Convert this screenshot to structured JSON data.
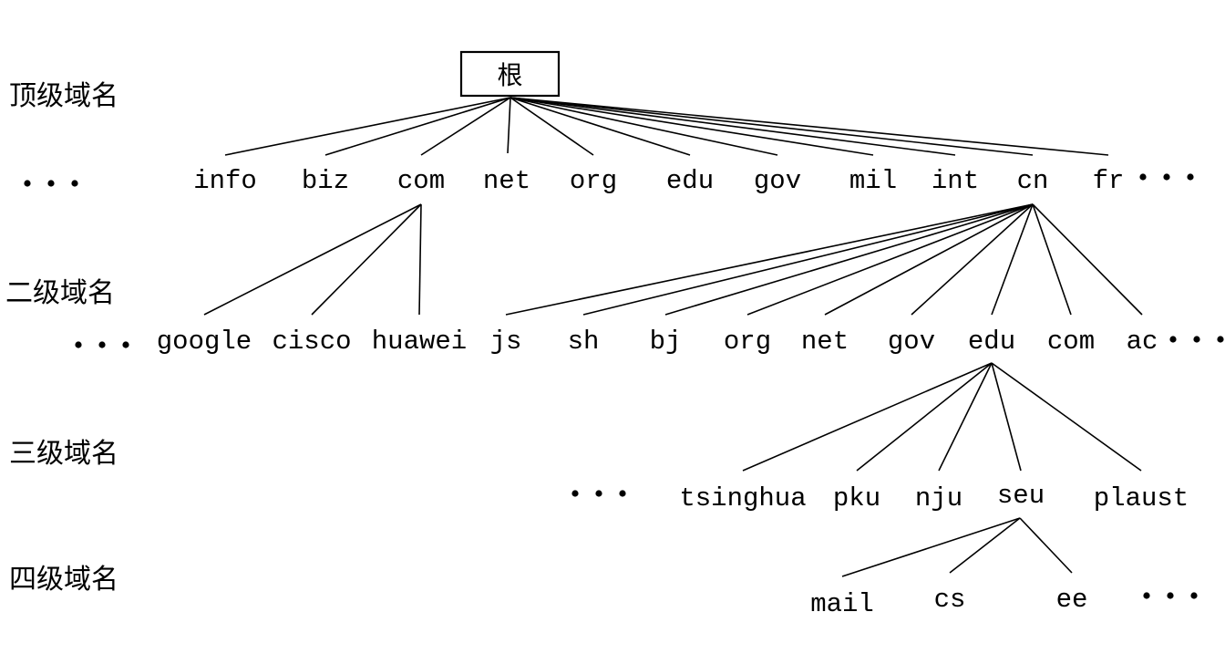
{
  "levels": {
    "top": "顶级域名",
    "second": "二级域名",
    "third": "三级域名",
    "fourth": "四级域名"
  },
  "root": "根",
  "ellipsis": "…",
  "tld": [
    "info",
    "biz",
    "com",
    "net",
    "org",
    "edu",
    "gov",
    "mil",
    "int",
    "cn",
    "fr"
  ],
  "com_children": [
    "google",
    "cisco",
    "huawei"
  ],
  "cn_children": [
    "js",
    "sh",
    "bj",
    "org",
    "net",
    "gov",
    "edu",
    "com",
    "ac"
  ],
  "edu_children": [
    "tsinghua",
    "pku",
    "nju",
    "seu",
    "plaust"
  ],
  "seu_children": [
    "mail",
    "cs",
    "ee"
  ]
}
